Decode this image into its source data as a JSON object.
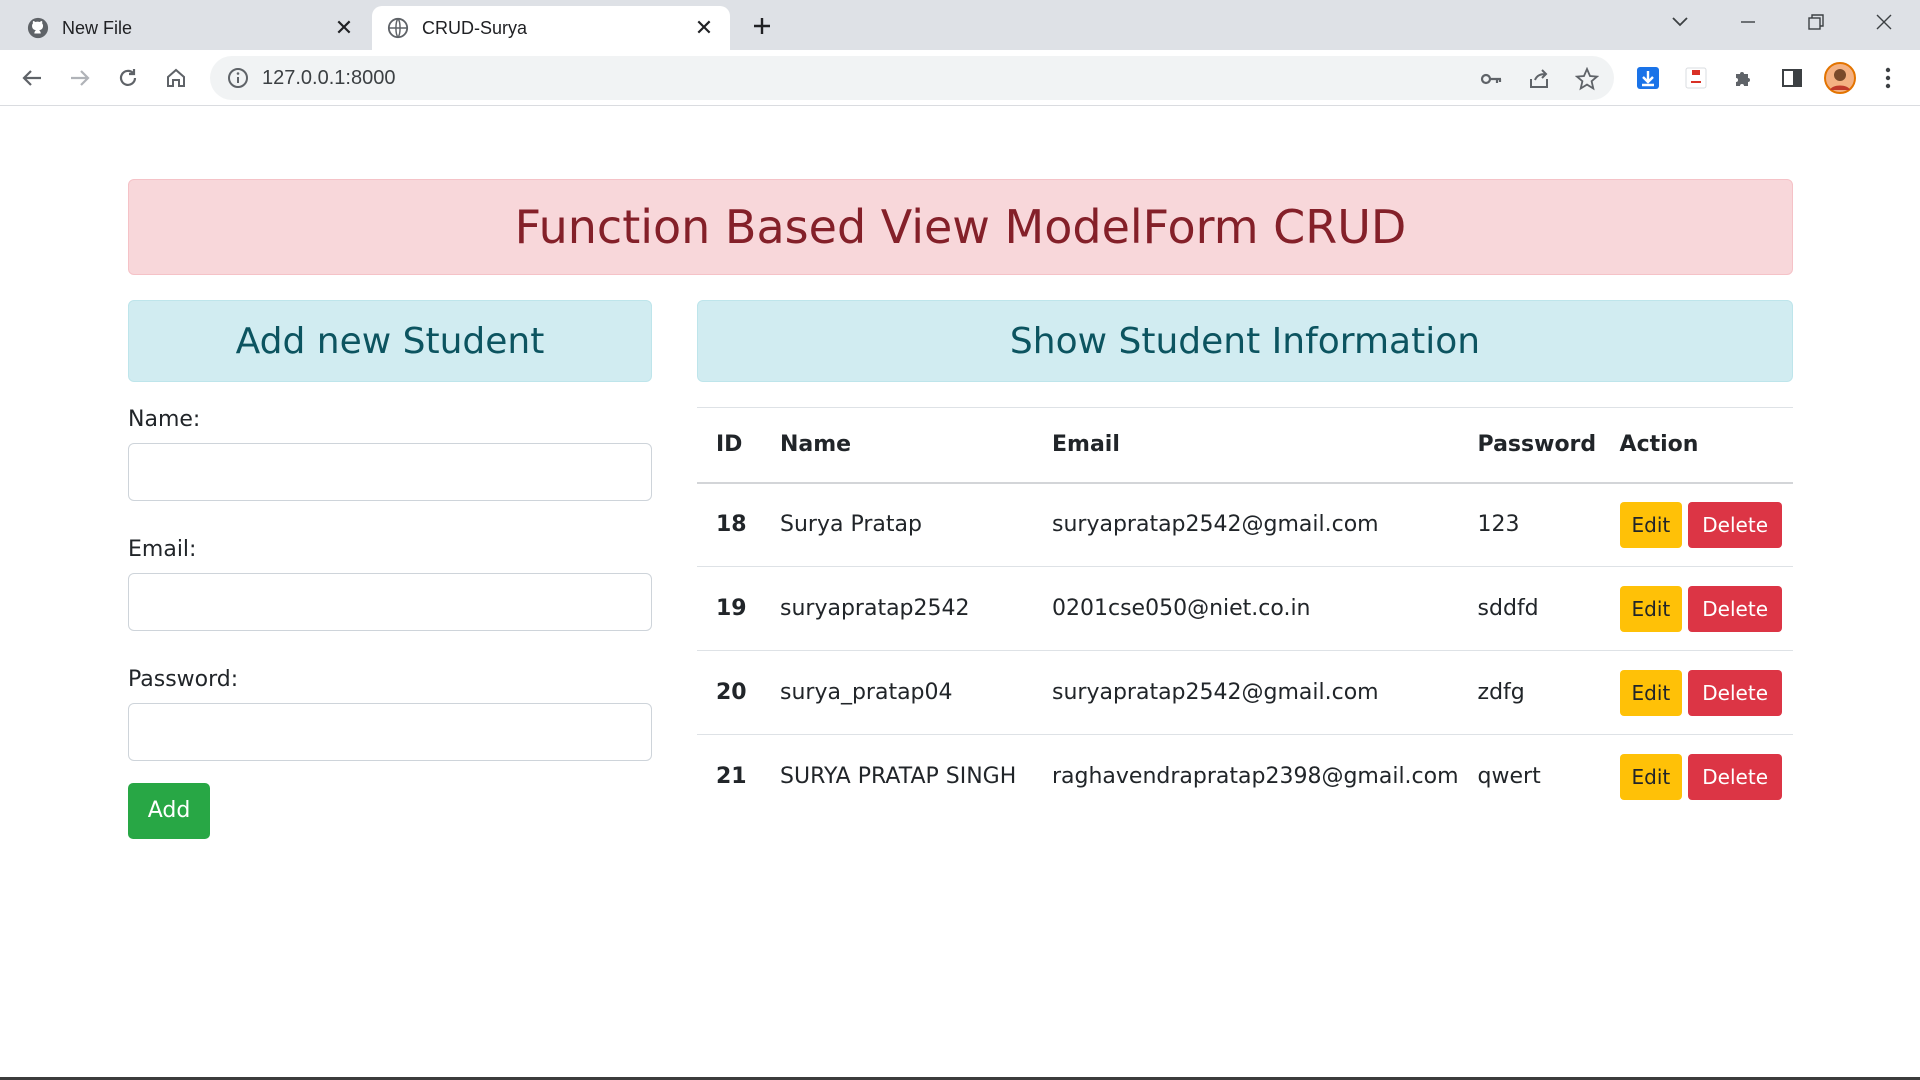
{
  "browser": {
    "tabs": [
      {
        "title": "New File",
        "favicon": "github-icon"
      },
      {
        "title": "CRUD-Surya",
        "favicon": "globe-icon"
      }
    ],
    "url": "127.0.0.1:8000"
  },
  "page": {
    "heading": "Function Based View ModelForm CRUD",
    "add_section_title": "Add new Student",
    "show_section_title": "Show Student Information",
    "form": {
      "name_label": "Name:",
      "email_label": "Email:",
      "password_label": "Password:",
      "name_value": "",
      "email_value": "",
      "password_value": "",
      "submit_label": "Add"
    },
    "table": {
      "columns": [
        "ID",
        "Name",
        "Email",
        "Password",
        "Action"
      ],
      "rows": [
        {
          "id": "18",
          "name": "Surya Pratap",
          "email": "suryapratap2542@gmail.com",
          "password": "123"
        },
        {
          "id": "19",
          "name": "suryapratap2542",
          "email": "0201cse050@niet.co.in",
          "password": "sddfd"
        },
        {
          "id": "20",
          "name": "surya_pratap04",
          "email": "suryapratap2542@gmail.com",
          "password": "zdfg"
        },
        {
          "id": "21",
          "name": "SURYA PRATAP SINGH",
          "email": "raghavendrapratap2398@gmail.com",
          "password": "qwert"
        }
      ],
      "edit_label": "Edit",
      "delete_label": "Delete"
    },
    "colors": {
      "danger_bg": "#f8d7da",
      "danger_text": "#842029",
      "info_bg": "#d1ecf1",
      "info_text": "#0c5460",
      "success": "#28a745",
      "warning": "#ffc107",
      "danger": "#dc3545"
    }
  }
}
